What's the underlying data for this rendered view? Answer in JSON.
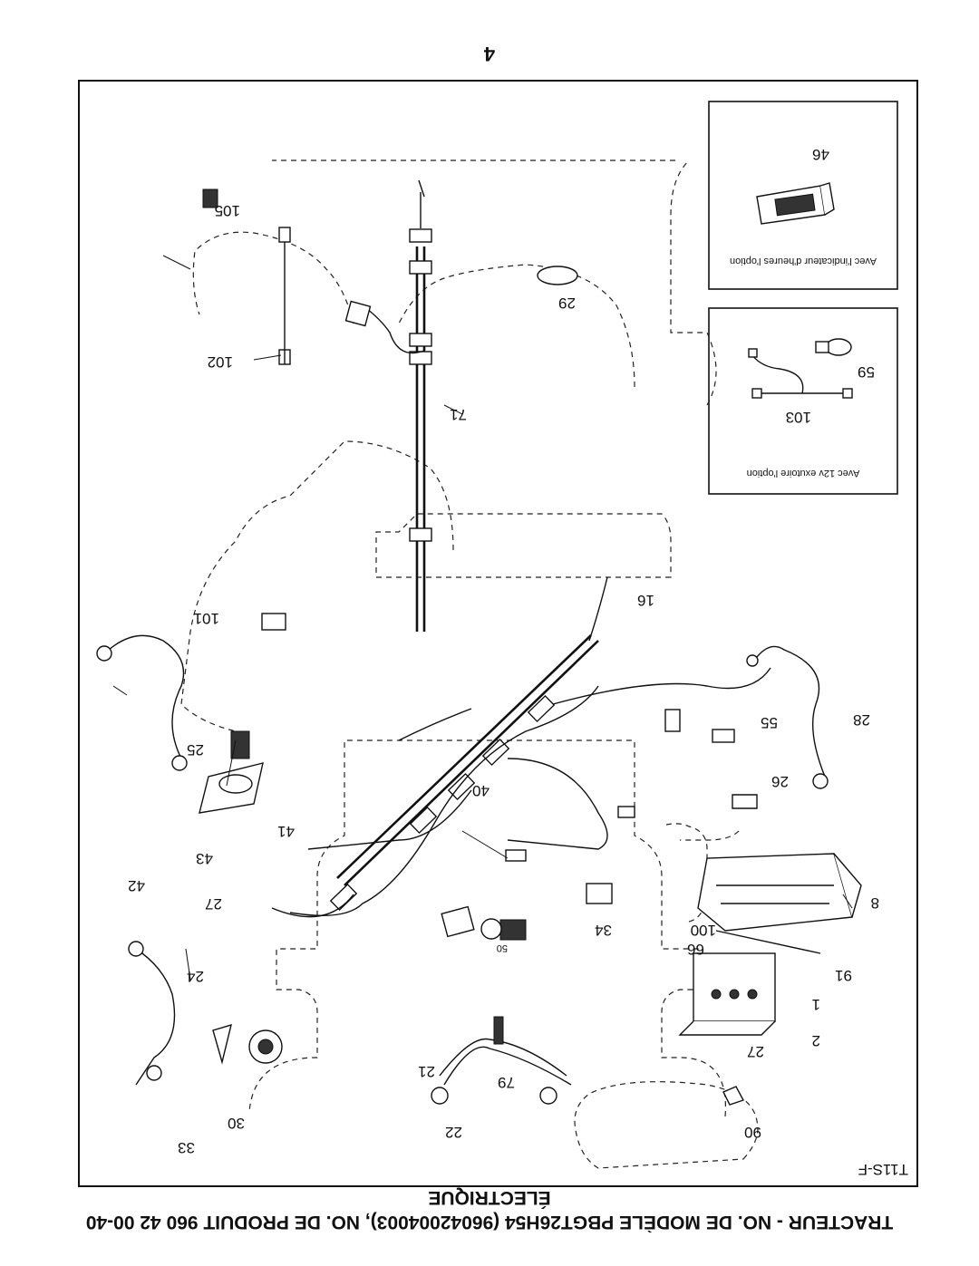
{
  "page_number": "4",
  "title_line1": "TRACTEUR - NO. DE MODÈLE PBGT26H54 (96042004003), NO. DE PRODUIT 960 42 00-40",
  "title_line2": "ÉLECTRIQUE",
  "figure_code": "T11S-F",
  "inset_top": {
    "caption": "Avec l'indicateur d'heures l'option",
    "parts": [
      "46"
    ]
  },
  "inset_bottom": {
    "caption": "Avec 12v exutoire l'option",
    "parts": [
      "59",
      "103"
    ]
  },
  "part_labels": {
    "p105": "105",
    "p102": "102",
    "p71": "71",
    "p29": "29",
    "p101": "101",
    "p16": "16",
    "p25": "25",
    "p41": "41",
    "p40": "40",
    "p55": "55",
    "p28": "28",
    "p26": "26",
    "p43": "43",
    "p42": "42",
    "p27a": "27",
    "p8": "8",
    "p100": "100",
    "p34": "34",
    "p50": "50",
    "p66": "66",
    "p91": "91",
    "p24": "24",
    "p1": "1",
    "p2": "2",
    "p27b": "27",
    "p21": "21",
    "p79": "79",
    "p30": "30",
    "p33": "33",
    "p22": "22",
    "p90": "90"
  }
}
